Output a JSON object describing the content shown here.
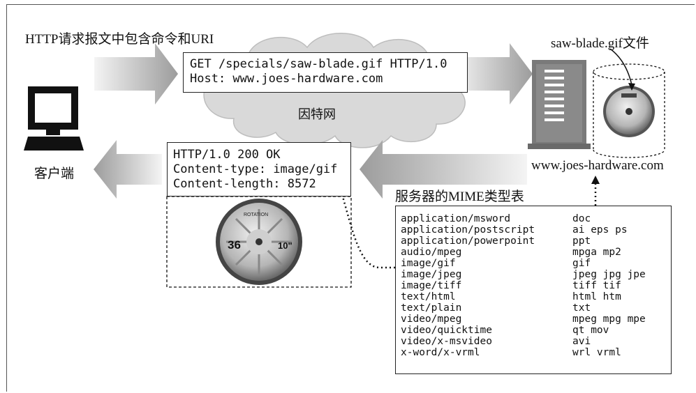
{
  "labels": {
    "request_caption": "HTTP请求报文中包含命令和URI",
    "internet": "因特网",
    "client": "客户端",
    "file_caption": "saw-blade.gif文件",
    "server_host": "www.joes-hardware.com",
    "mime_caption": "服务器的MIME类型表"
  },
  "request": {
    "line1": "GET /specials/saw-blade.gif HTTP/1.0",
    "line2": "Host: www.joes-hardware.com"
  },
  "response": {
    "line1": "HTTP/1.0 200 OK",
    "line2": "Content-type: image/gif",
    "line3": "Content-length: 8572"
  },
  "mime_table": [
    {
      "type": "application/msword",
      "ext": "doc"
    },
    {
      "type": "application/postscript",
      "ext": "ai eps ps"
    },
    {
      "type": "application/powerpoint",
      "ext": "ppt"
    },
    {
      "type": "audio/mpeg",
      "ext": "mpga mp2"
    },
    {
      "type": "image/gif",
      "ext": "gif"
    },
    {
      "type": "image/jpeg",
      "ext": "jpeg jpg jpe"
    },
    {
      "type": "image/tiff",
      "ext": "tiff tif"
    },
    {
      "type": "text/html",
      "ext": "html htm"
    },
    {
      "type": "text/plain",
      "ext": "txt"
    },
    {
      "type": "video/mpeg",
      "ext": "mpeg mpg mpe"
    },
    {
      "type": "video/quicktime",
      "ext": "qt mov"
    },
    {
      "type": "video/x-msvideo",
      "ext": "avi"
    },
    {
      "type": "x-word/x-vrml",
      "ext": "wrl vrml"
    }
  ],
  "blade_text": {
    "left": "36",
    "right": "10\"",
    "top": "ROTATION"
  },
  "colors": {
    "arrow_light": "#f2f2f2",
    "arrow_dark": "#9a9a9a",
    "cloud": "#d9d9d9",
    "blade": "#b8b8b8",
    "ink": "#111111"
  }
}
